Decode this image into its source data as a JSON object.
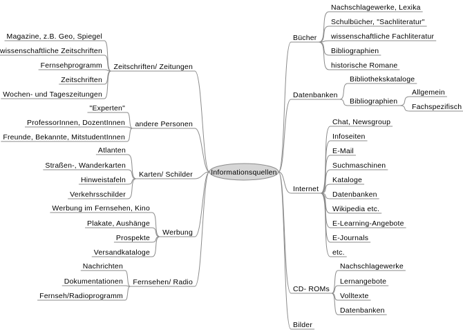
{
  "center": "Informationsquellen",
  "left_branches": [
    {
      "label": "Zeitschriften/ Zeitungen",
      "items": [
        "Magazine, z.B. Geo, Spiegel",
        "wissenschaftliche Zeitschriften",
        "Fernsehprogramm",
        "Zeitschriften",
        "Wochen- und Tageszeitungen"
      ]
    },
    {
      "label": "andere Personen",
      "items": [
        "\"Experten\"",
        "ProfessorInnen, DozentInnen",
        "Freunde, Bekannte, MitstudentInnen"
      ]
    },
    {
      "label": "Karten/ Schilder",
      "items": [
        "Atlanten",
        "Straßen-, Wanderkarten",
        "Hinweistafeln",
        "Verkehrsschilder"
      ]
    },
    {
      "label": "Werbung",
      "items": [
        "Werbung im Fernsehen, Kino",
        "Plakate, Aushänge",
        "Prospekte",
        "Versandkataloge"
      ]
    },
    {
      "label": "Fernsehen/ Radio",
      "items": [
        "Nachrichten",
        "Dokumentationen",
        "Fernseh/Radioprogramm"
      ]
    }
  ],
  "right_branches": [
    {
      "label": "Bücher",
      "items": [
        "Nachschlagewerke, Lexika",
        "Schulbücher, \"Sachliteratur\"",
        "wissenschaftliche Fachliteratur",
        "Bibliographien",
        "historische Romane"
      ]
    },
    {
      "label": "Datenbanken",
      "items": [
        "Bibliothekskataloge",
        {
          "label": "Bibliographien",
          "items": [
            "Allgemein",
            "Fachspezifisch"
          ]
        }
      ]
    },
    {
      "label": "Internet",
      "items": [
        "Chat, Newsgroup",
        "Infoseiten",
        "E-Mail",
        "Suchmaschinen",
        "Kataloge",
        "Datenbanken",
        "Wikipedia etc.",
        "E-Learning-Angebote",
        "E-Journals",
        "etc."
      ]
    },
    {
      "label": "CD- ROMs",
      "items": [
        "Nachschlagewerke",
        "Lernangebote",
        "Volltexte",
        "Datenbanken"
      ]
    },
    {
      "label": "Bilder",
      "items": []
    }
  ]
}
